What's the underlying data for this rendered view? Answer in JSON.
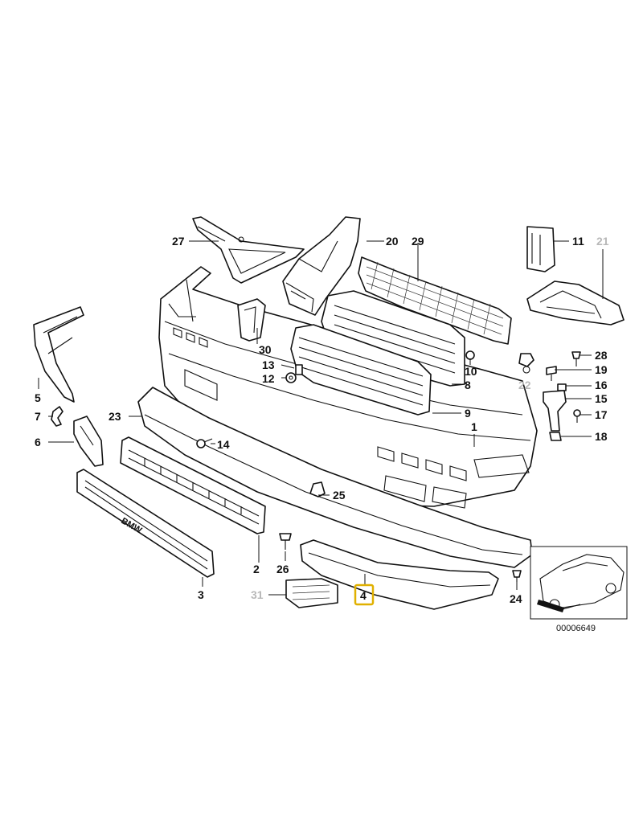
{
  "diagram_code": "00006649",
  "highlighted_part": "4",
  "highlight_color": "#e0b000",
  "muted_label_color": "#b8b8b8",
  "labels": [
    {
      "id": "27",
      "text": "27",
      "muted": false
    },
    {
      "id": "20",
      "text": "20",
      "muted": false
    },
    {
      "id": "29",
      "text": "29",
      "muted": false
    },
    {
      "id": "11",
      "text": "11",
      "muted": false
    },
    {
      "id": "21",
      "text": "21",
      "muted": true
    },
    {
      "id": "30",
      "text": "30",
      "muted": false
    },
    {
      "id": "13",
      "text": "13",
      "muted": false
    },
    {
      "id": "12",
      "text": "12",
      "muted": false
    },
    {
      "id": "10",
      "text": "10",
      "muted": false
    },
    {
      "id": "8",
      "text": "8",
      "muted": false
    },
    {
      "id": "28",
      "text": "28",
      "muted": false
    },
    {
      "id": "22",
      "text": "22",
      "muted": true
    },
    {
      "id": "19",
      "text": "19",
      "muted": false
    },
    {
      "id": "16",
      "text": "16",
      "muted": false
    },
    {
      "id": "15",
      "text": "15",
      "muted": false
    },
    {
      "id": "17",
      "text": "17",
      "muted": false
    },
    {
      "id": "18",
      "text": "18",
      "muted": false
    },
    {
      "id": "5",
      "text": "5",
      "muted": false
    },
    {
      "id": "7",
      "text": "7",
      "muted": false
    },
    {
      "id": "6",
      "text": "6",
      "muted": false
    },
    {
      "id": "23",
      "text": "23",
      "muted": false
    },
    {
      "id": "9",
      "text": "9",
      "muted": false
    },
    {
      "id": "1",
      "text": "1",
      "muted": false
    },
    {
      "id": "14",
      "text": "14",
      "muted": false
    },
    {
      "id": "25",
      "text": "25",
      "muted": false
    },
    {
      "id": "26",
      "text": "26",
      "muted": false
    },
    {
      "id": "2",
      "text": "2",
      "muted": false
    },
    {
      "id": "3",
      "text": "3",
      "muted": false
    },
    {
      "id": "31",
      "text": "31",
      "muted": true
    },
    {
      "id": "4",
      "text": "4",
      "muted": false
    },
    {
      "id": "24",
      "text": "24",
      "muted": false
    }
  ]
}
